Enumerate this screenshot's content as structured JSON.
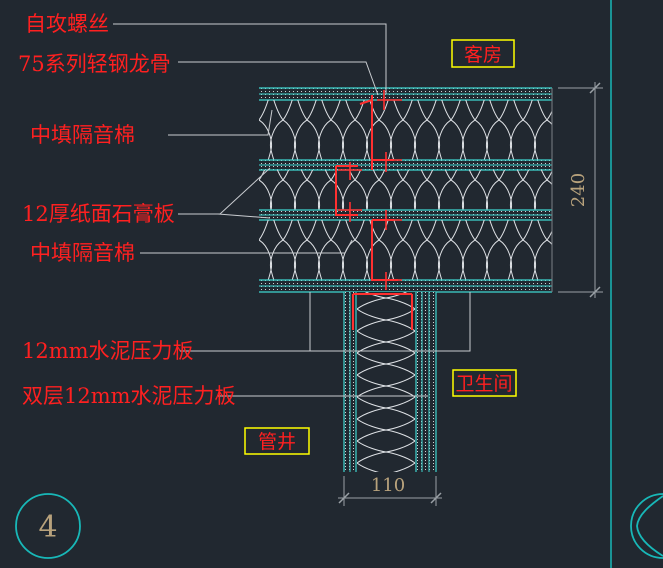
{
  "labels": {
    "screw": "自攻螺丝",
    "keel": "75系列轻钢龙骨",
    "wool_1": "中填隔音棉",
    "gypsum": "12厚纸面石膏板",
    "wool_2": "中填隔音棉",
    "cement_board": "12mm水泥压力板",
    "double_cement_board": "双层12mm水泥压力板"
  },
  "rooms": {
    "guest_room": "客房",
    "bathroom": "卫生间",
    "pipe_shaft": "管井"
  },
  "dimensions": {
    "wall_thickness": "240",
    "shaft_wall_width": "110"
  },
  "detail_number": "4",
  "colors": {
    "background": "#212830",
    "label_red": "#ff2020",
    "room_box_yellow": "#ffff00",
    "leader_gray": "#c9ccd0",
    "board_cyan": "#3fd6d0",
    "insulation_white": "#dfe2e6",
    "keel_red": "#ff3030",
    "dimension_tan": "#b8a27c",
    "circle_teal": "#18b8b8"
  }
}
